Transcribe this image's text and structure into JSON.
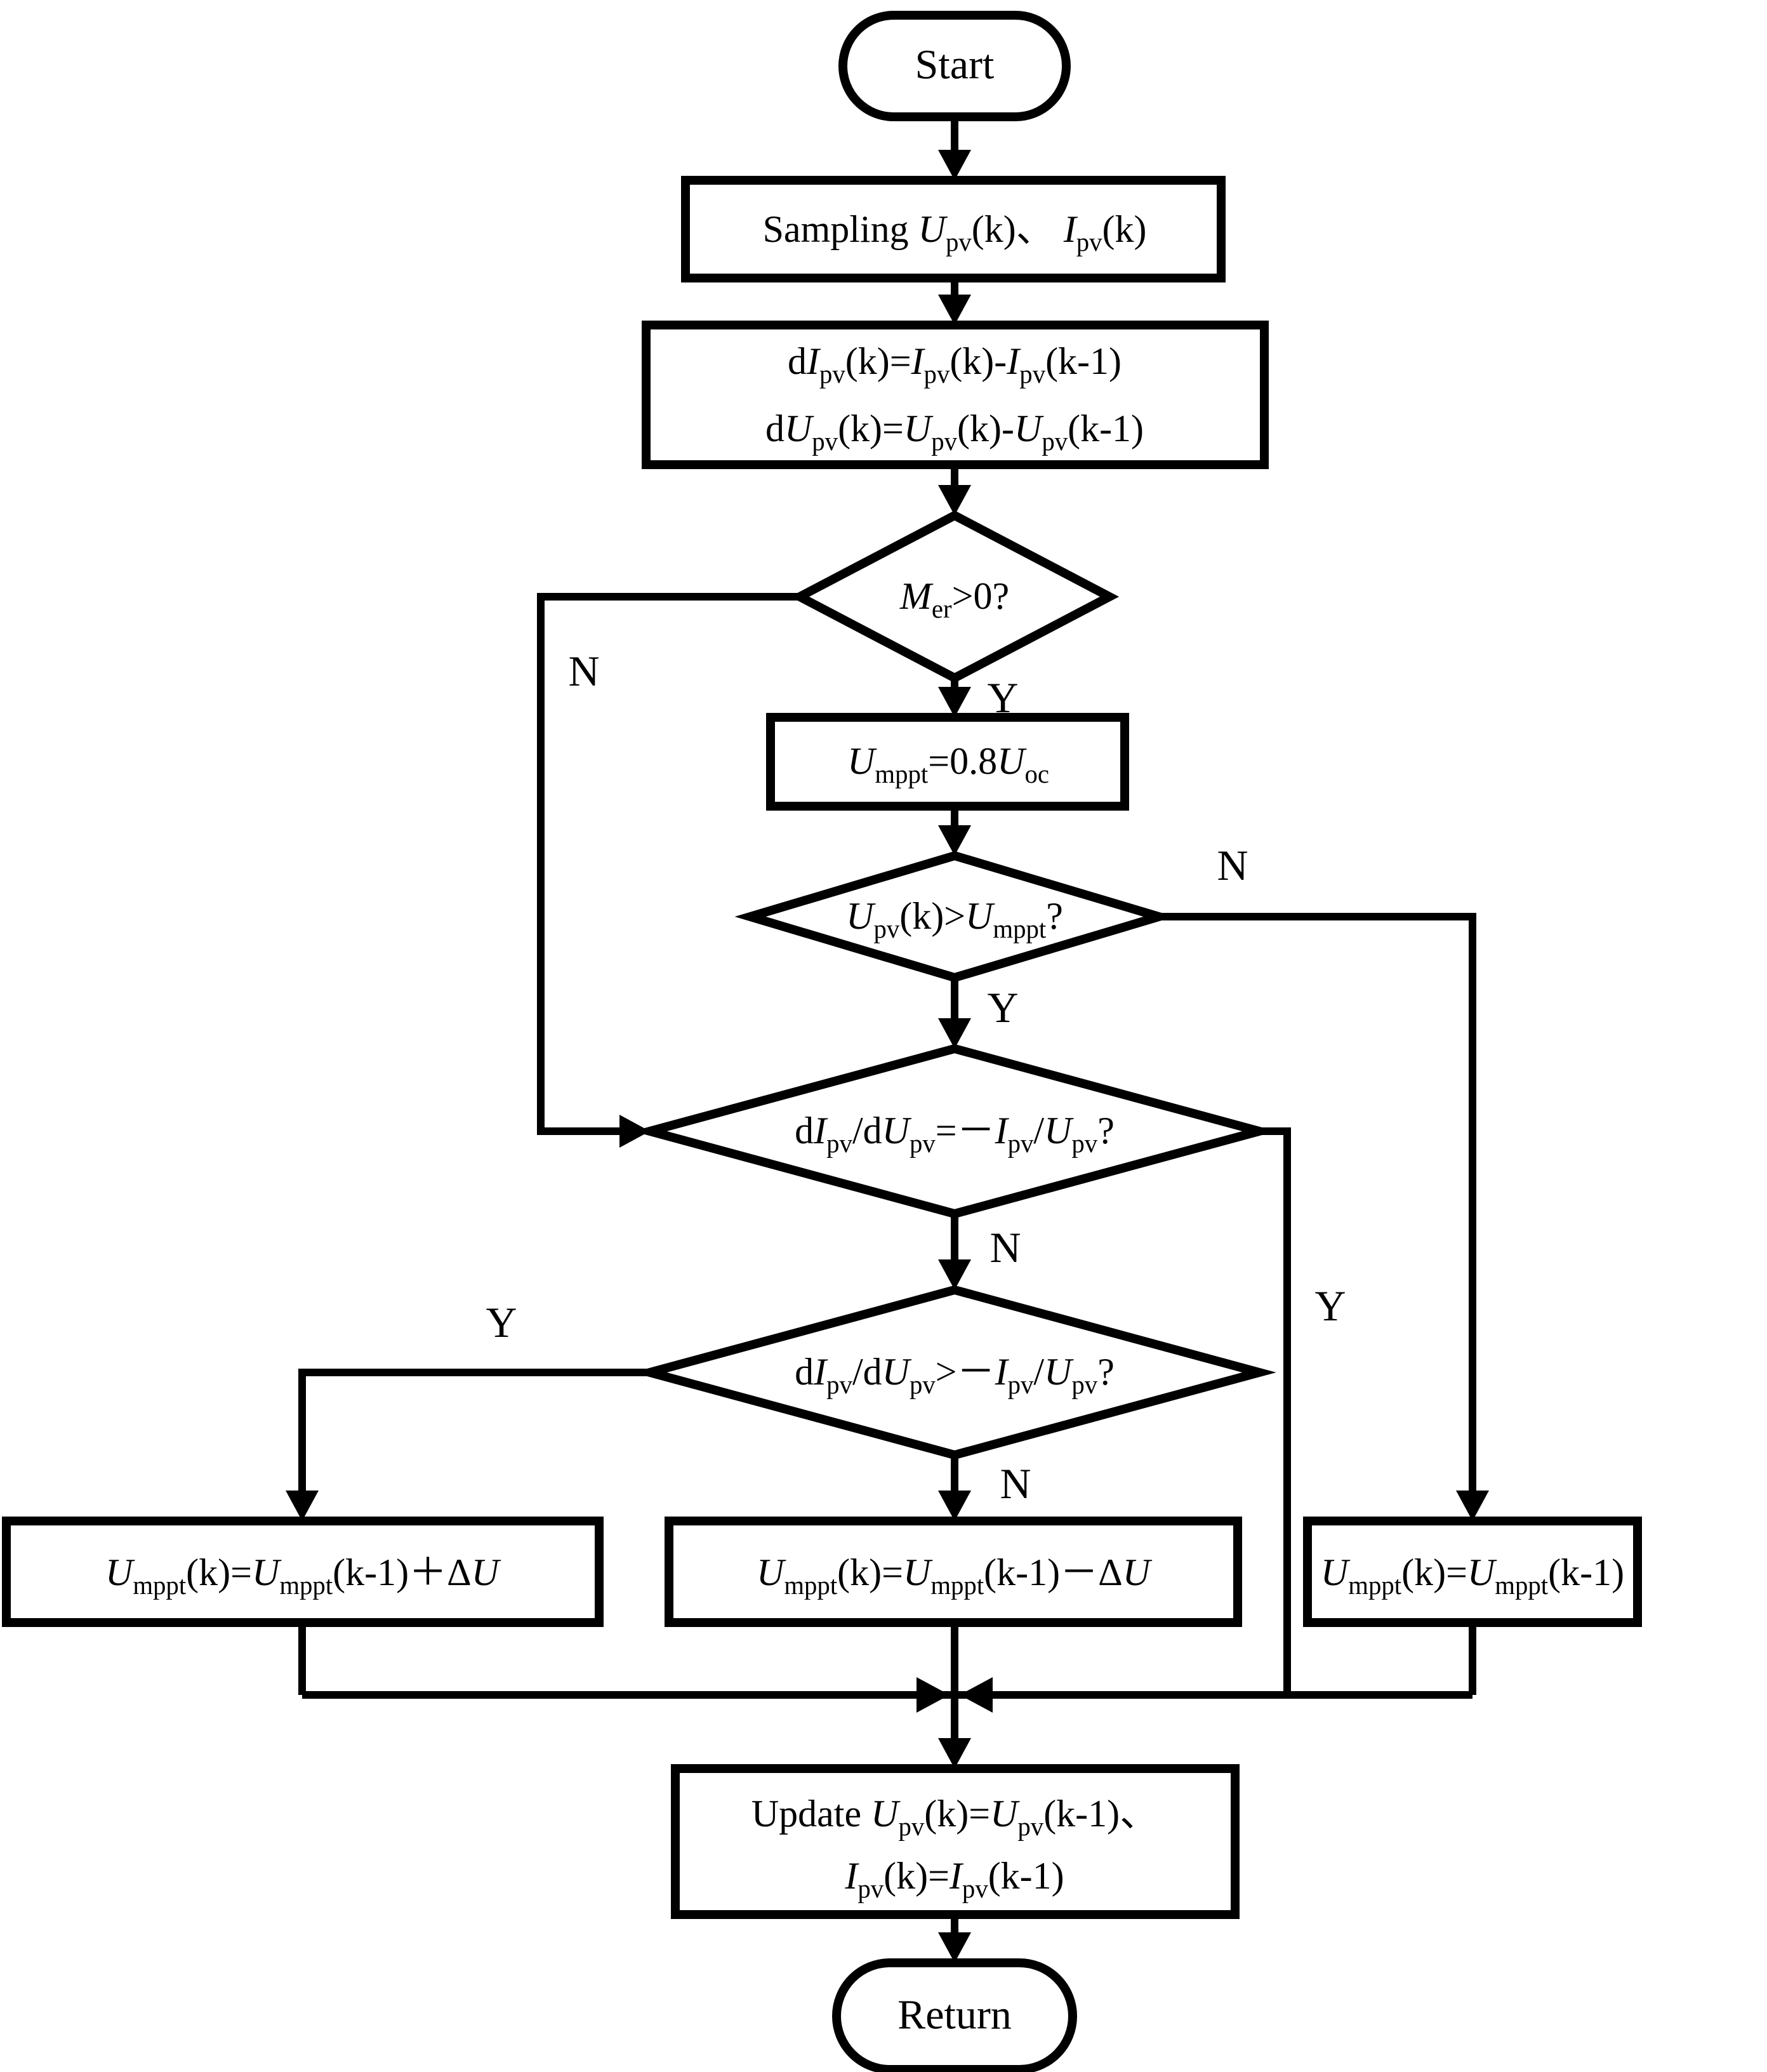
{
  "diagram": {
    "type": "flowchart",
    "background_color": "#ffffff",
    "line_color": "#000000",
    "nodes": {
      "start": {
        "shape": "terminator",
        "label": "Start"
      },
      "sampling": {
        "shape": "process",
        "formula": "Sampling ⟨U⟩_{pv}(k)、 ⟨I⟩_{pv}(k)"
      },
      "delta_calc": {
        "shape": "process",
        "line1": "d⟨I⟩_{pv}(k)=⟨I⟩_{pv}(k)-⟨I⟩_{pv}(k-1)",
        "line2": "d⟨U⟩_{pv}(k)=⟨U⟩_{pv}(k)-⟨U⟩_{pv}(k-1)"
      },
      "mer_check": {
        "shape": "decision",
        "formula": "⟨M⟩_{er}>0?"
      },
      "uoc_set": {
        "shape": "process",
        "formula": "⟨U⟩_{mppt}=0.8⟨U⟩_{oc}"
      },
      "upv_check": {
        "shape": "decision",
        "formula": "⟨U⟩_{pv}(k)>⟨U⟩_{mppt}?"
      },
      "slope_eq_check": {
        "shape": "decision",
        "formula": "d⟨I⟩_{pv}/d⟨U⟩_{pv}=－⟨I⟩_{pv}/⟨U⟩_{pv}?"
      },
      "slope_gt_check": {
        "shape": "decision",
        "formula": "d⟨I⟩_{pv}/d⟨U⟩_{pv}>－⟨I⟩_{pv}/⟨U⟩_{pv}?"
      },
      "increase_u": {
        "shape": "process",
        "formula": "⟨U⟩_{mppt}(k)=⟨U⟩_{mppt}(k-1)＋Δ⟨U⟩"
      },
      "decrease_u": {
        "shape": "process",
        "formula": "⟨U⟩_{mppt}(k)=⟨U⟩_{mppt}(k-1)－Δ⟨U⟩"
      },
      "hold_u": {
        "shape": "process",
        "formula": "⟨U⟩_{mppt}(k)=⟨U⟩_{mppt}(k-1)"
      },
      "update": {
        "shape": "process",
        "line1": "Update ⟨U⟩_{pv}(k)=⟨U⟩_{pv}(k-1)、",
        "line2": "⟨I⟩_{pv}(k)=⟨I⟩_{pv}(k-1)"
      },
      "return": {
        "shape": "terminator",
        "label": "Return"
      }
    },
    "branch_labels": {
      "mer_yes": "Y",
      "mer_no": "N",
      "upv_yes": "Y",
      "upv_no": "N",
      "slope_eq_no": "N",
      "slope_eq_yes": "Y",
      "slope_gt_yes": "Y",
      "slope_gt_no": "N"
    }
  }
}
